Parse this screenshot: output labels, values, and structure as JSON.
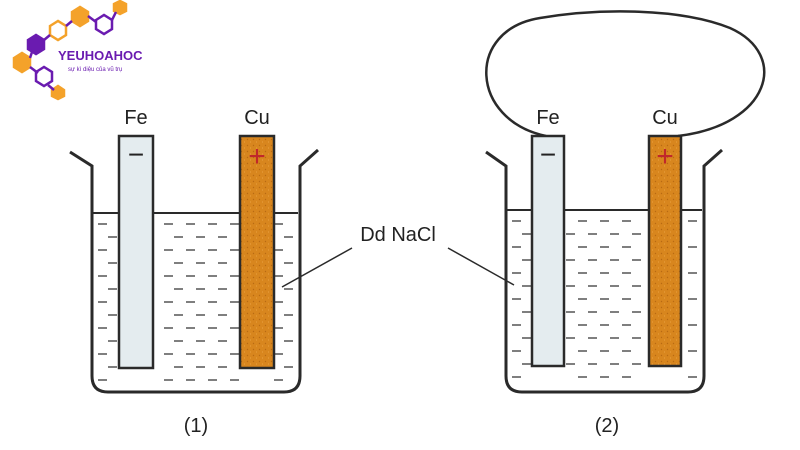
{
  "logo": {
    "brand": "YEUHOAHOC",
    "tagline": "sự kì diệu của vũ trụ",
    "colors": {
      "purple": "#6a1bb0",
      "orange": "#f4a22a"
    }
  },
  "beaker_1": {
    "caption": "(1)",
    "anode": {
      "label": "Fe",
      "sign": "−"
    },
    "cathode": {
      "label": "Cu",
      "sign": "+"
    }
  },
  "beaker_2": {
    "caption": "(2)",
    "anode": {
      "label": "Fe",
      "sign": "−"
    },
    "cathode": {
      "label": "Cu",
      "sign": "+"
    }
  },
  "solution_label": "Dd NaCl",
  "colors": {
    "iron": "#e4ecef",
    "copper": "#d8861e",
    "copper_dark": "#b86a12",
    "sign": "#c0282a",
    "liquid_line": "#3a3a3a",
    "outline": "#2a2a2a"
  }
}
